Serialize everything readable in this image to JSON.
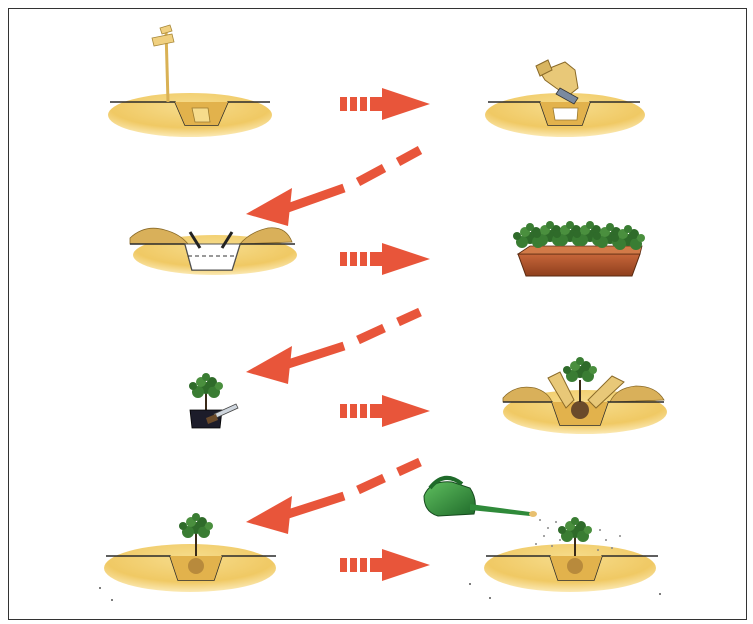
{
  "diagram": {
    "type": "planting-steps",
    "steps": [
      {
        "id": "mark-and-dig",
        "icon": "stake-in-hole-icon"
      },
      {
        "id": "loosen-soil",
        "icon": "gloved-hand-digging-icon"
      },
      {
        "id": "prepare-hole",
        "icon": "hole-with-soil-mounds-icon"
      },
      {
        "id": "seedling-tray",
        "icon": "seedling-tray-icon"
      },
      {
        "id": "cut-pot",
        "icon": "potted-plant-with-knife-icon"
      },
      {
        "id": "place-plant",
        "icon": "hands-placing-plant-icon"
      },
      {
        "id": "planted",
        "icon": "planted-shrub-icon"
      },
      {
        "id": "water",
        "icon": "watering-can-icon"
      }
    ],
    "colors": {
      "arrow": "#e8553a",
      "soil_light": "#f2d27a",
      "soil_dark": "#d9a843",
      "foliage": "#2f6b2a",
      "tray": "#b0552a",
      "watering_can": "#2f8a3a",
      "frame": "#333333"
    }
  }
}
